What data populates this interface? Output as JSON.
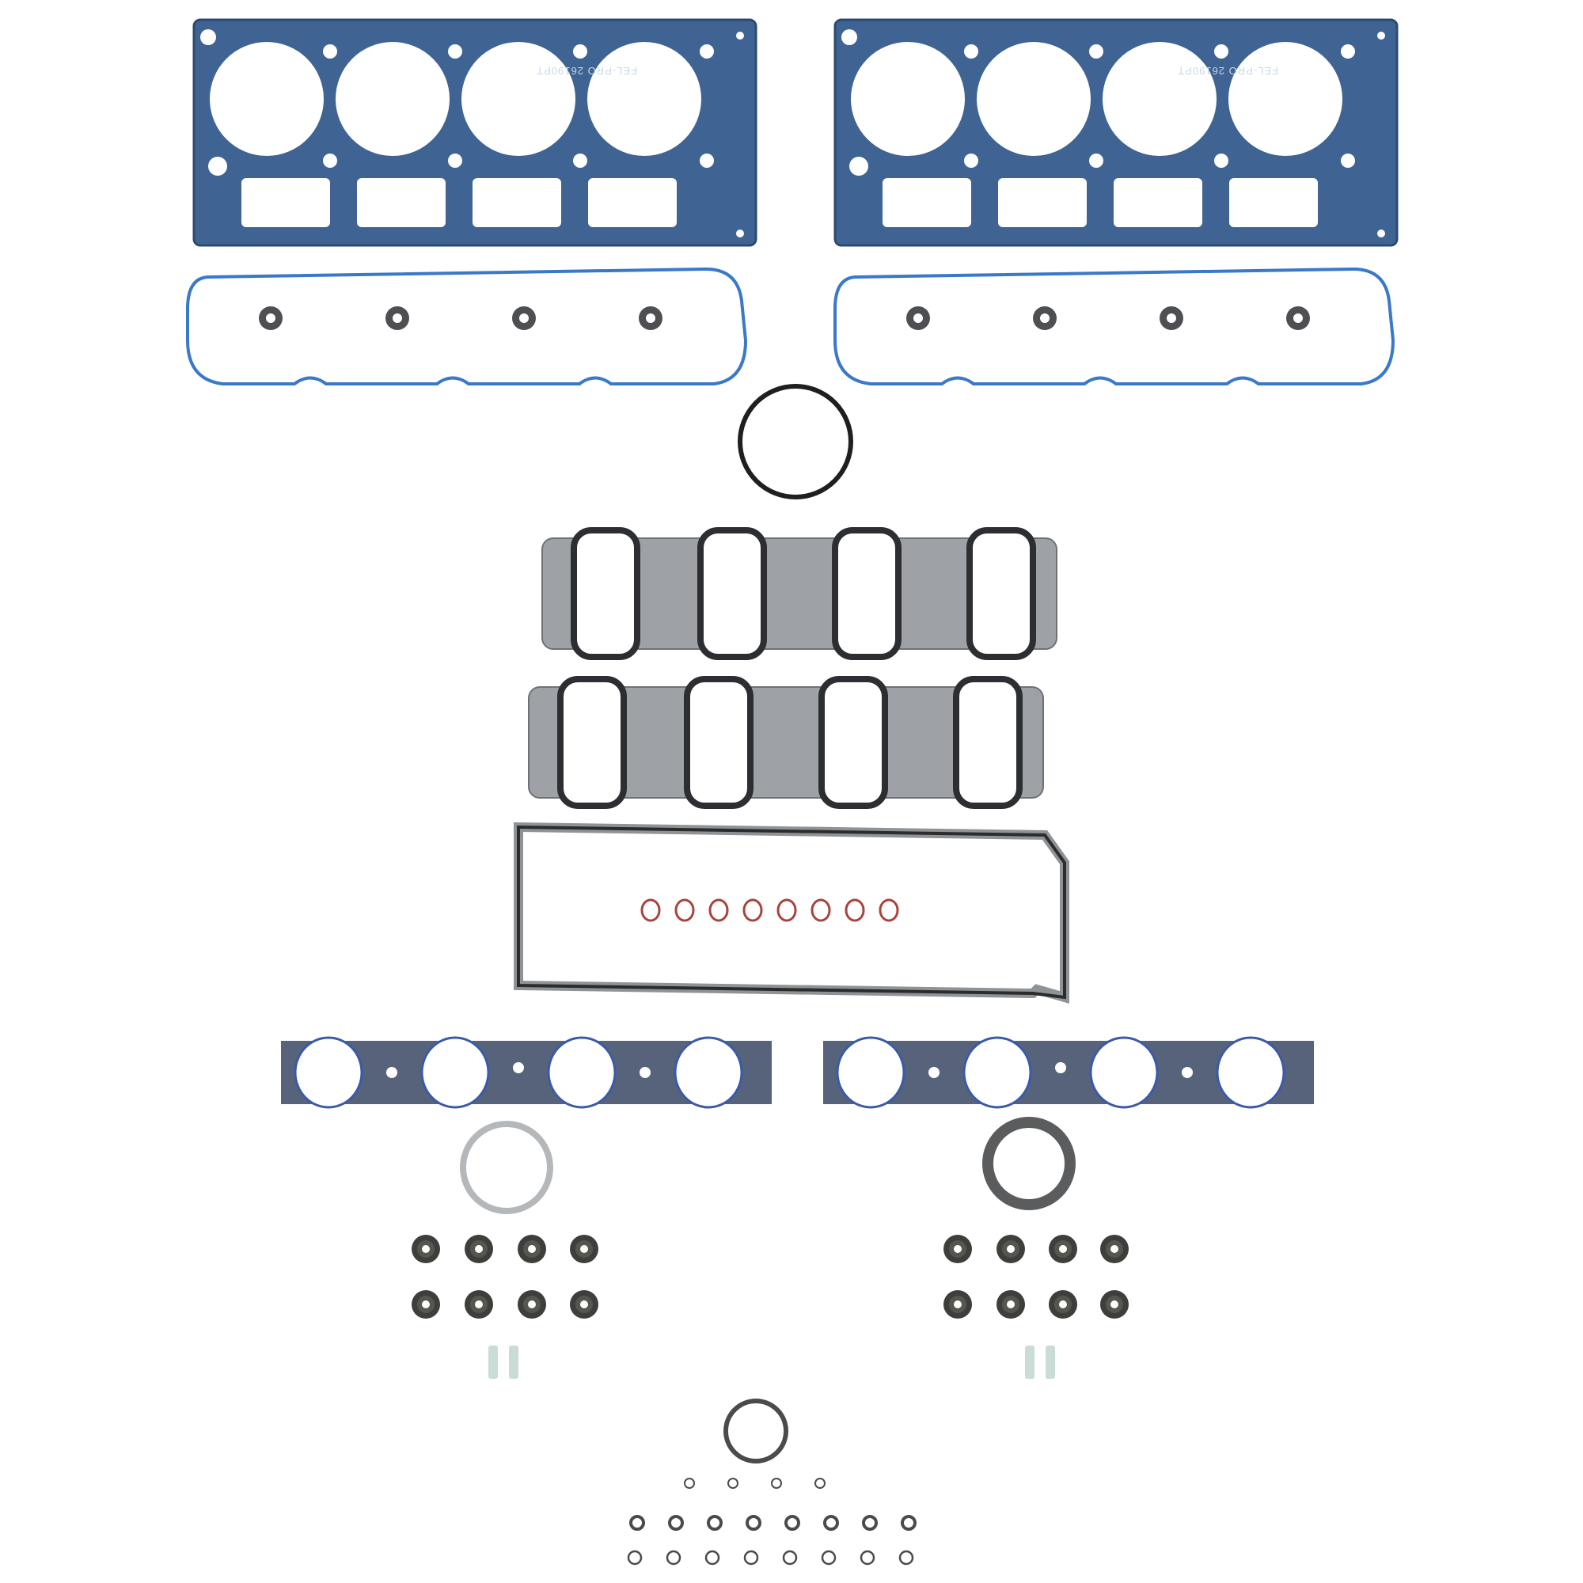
{
  "image": {
    "subject": "Engine head gasket set",
    "background": "#ffffff"
  },
  "head_gaskets": {
    "count": 2,
    "brand_text": "FEL-PRO",
    "part_text": "26190PT",
    "color": "#3f6493",
    "edge_color": "#2b4a72"
  },
  "valve_cover_gaskets": {
    "count": 2,
    "color": "#3a78c8",
    "grommets_each": 4
  },
  "throttle_body_seal": {
    "count": 1
  },
  "intake_manifold_gaskets": {
    "count": 2,
    "frame_color": "#9ea2a6",
    "seal_color": "#2c2e31"
  },
  "valley_cover_gasket": {
    "count": 1,
    "orings": 8,
    "oring_color": "#a8443a"
  },
  "exhaust_manifold_gaskets": {
    "count": 2,
    "color": "#56637a",
    "print_color": "#3b5aa8"
  },
  "exhaust_rings": {
    "count": 2
  },
  "valve_stem_seals": {
    "count": 16
  },
  "dowel_sleeves": {
    "count": 4,
    "color": "#c9dcd6"
  },
  "small_orings": {
    "large_ring": 1,
    "row1": 4,
    "row2": 8,
    "row3": 8
  }
}
